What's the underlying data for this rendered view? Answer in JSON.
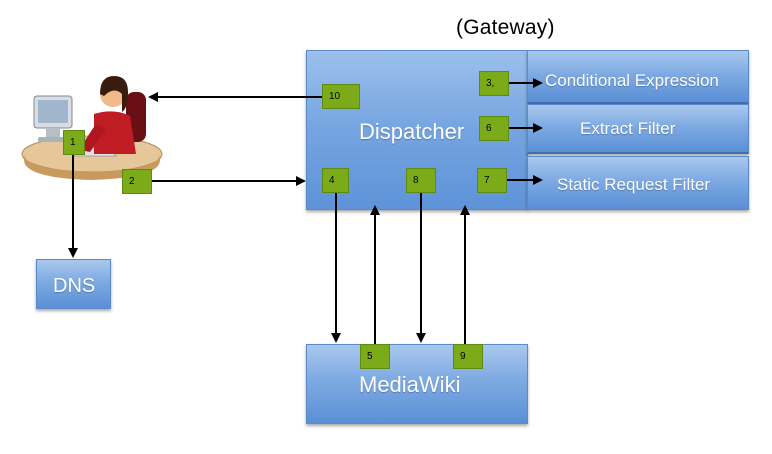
{
  "title": "(Gateway)",
  "boxes": {
    "dispatcher": "Dispatcher",
    "conditional": "Conditional Expression",
    "extract": "Extract Filter",
    "static": "Static Request Filter",
    "dns": "DNS",
    "mediawiki": "MediaWiki"
  },
  "steps": [
    "1",
    "2",
    "3,",
    "4",
    "5",
    "6",
    "7",
    "8",
    "9",
    "10"
  ],
  "colors": {
    "box_fill": "#7eaae2",
    "box_text": "#ffffff",
    "step_fill": "#7cab1a",
    "arrow": "#000000"
  },
  "icons": {
    "user": "user-at-computer-icon"
  }
}
